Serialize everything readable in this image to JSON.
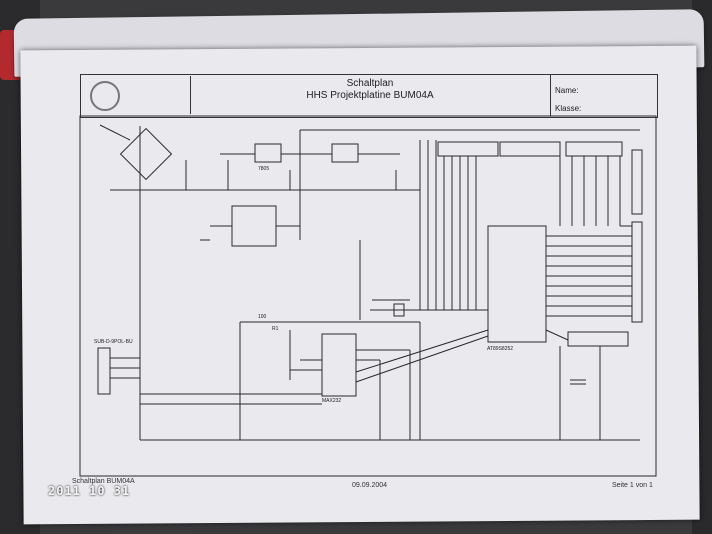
{
  "document": {
    "title_line1": "Schaltplan",
    "title_line2": "HHS Projektplatine BUM04A",
    "field_name": "Name:",
    "field_class": "Klasse:",
    "footer_left": "Schaltplan BUM04A",
    "footer_date": "09.09.2004",
    "footer_page": "Seite 1 von 1"
  },
  "photo": {
    "date_stamp": "2011 10 31"
  },
  "schematic_labels": {
    "mcu": "AT89S8252",
    "max": "MAX232",
    "regulator": "7805",
    "sub_d": "SUB-D-9POL-BU",
    "r1": "R1",
    "r100": "100"
  }
}
